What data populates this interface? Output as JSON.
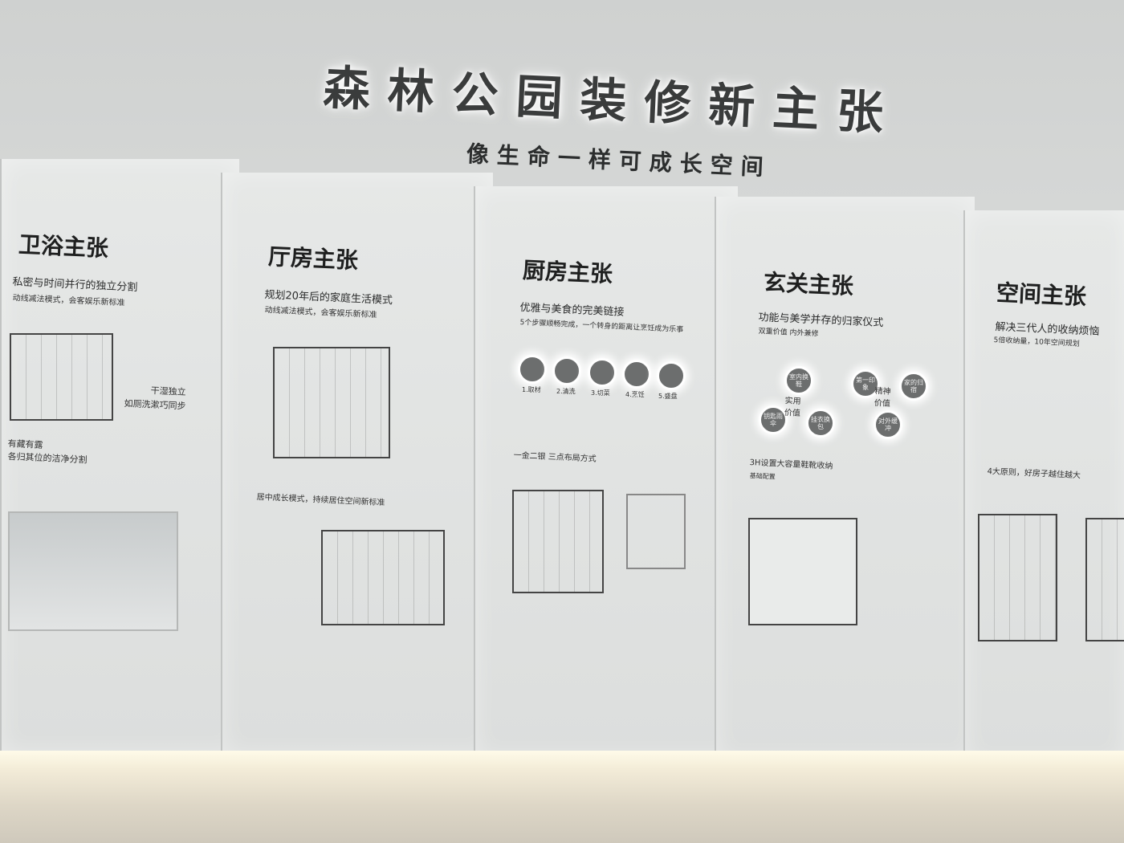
{
  "header": {
    "title": "森林公园装修新主张",
    "subtitle": "像生命一样可成长空间"
  },
  "panels": [
    {
      "heading": "卫浴主张",
      "line1": "私密与时间并行的独立分割",
      "line2": "动线减法模式，会客娱乐新标准",
      "note1": "干湿独立",
      "note2": "如厕洗漱巧同步",
      "note3": "有藏有露",
      "note4": "各归其位的洁净分割"
    },
    {
      "heading": "厅房主张",
      "line1": "规划20年后的家庭生活模式",
      "line2": "动线减法模式，会客娱乐新标准",
      "note1": "居中成长模式，持续居住空间新标准"
    },
    {
      "heading": "厨房主张",
      "line1": "优雅与美食的完美链接",
      "line2": "5个步骤顺畅完成，一个转身的距离让烹饪成为乐事",
      "steps": [
        "1.取材",
        "2.清洗",
        "3.切菜",
        "4.烹饪",
        "5.盛盘"
      ],
      "note1": "一金二银 三点布局方式"
    },
    {
      "heading": "玄关主张",
      "line1": "功能与美学并存的归家仪式",
      "line2": "双重价值 内外兼修",
      "practical": "实用价值",
      "spiritual": "精神价值",
      "circles": [
        "室内换鞋",
        "钥匙雨伞",
        "挂衣换包",
        "第一印象",
        "家的归宿",
        "对外缓冲"
      ],
      "note1": "3H设置大容量鞋靴收纳",
      "note2": "基础配置"
    },
    {
      "heading": "空间主张",
      "line1": "解决三代人的收纳烦恼",
      "line2": "5倍收纳量，10年空间规划",
      "note1": "4大原则，好房子越住越大"
    }
  ]
}
